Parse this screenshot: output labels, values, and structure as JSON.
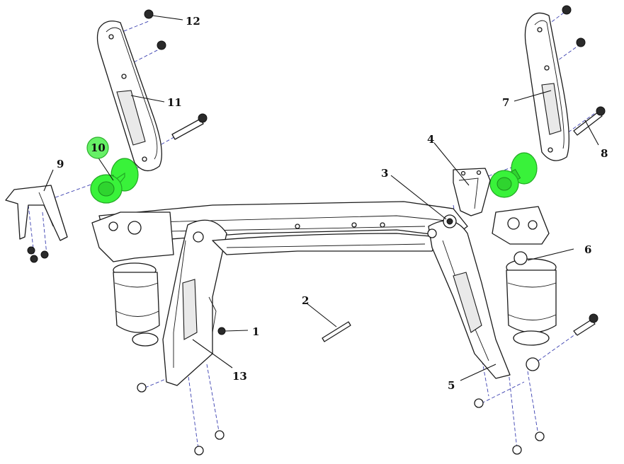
{
  "callouts": [
    {
      "id": "1",
      "label": "1"
    },
    {
      "id": "2",
      "label": "2"
    },
    {
      "id": "3",
      "label": "3"
    },
    {
      "id": "4",
      "label": "4"
    },
    {
      "id": "5",
      "label": "5"
    },
    {
      "id": "6",
      "label": "6"
    },
    {
      "id": "7",
      "label": "7"
    },
    {
      "id": "8",
      "label": "8"
    },
    {
      "id": "9",
      "label": "9"
    },
    {
      "id": "10",
      "label": "10",
      "highlighted": true
    },
    {
      "id": "11",
      "label": "11"
    },
    {
      "id": "12",
      "label": "12"
    },
    {
      "id": "13",
      "label": "13"
    }
  ],
  "colors": {
    "highlight": "#39f23a",
    "line": "#1a1a1a",
    "dashed_axis": "#3a3fb0",
    "background": "#ffffff"
  }
}
